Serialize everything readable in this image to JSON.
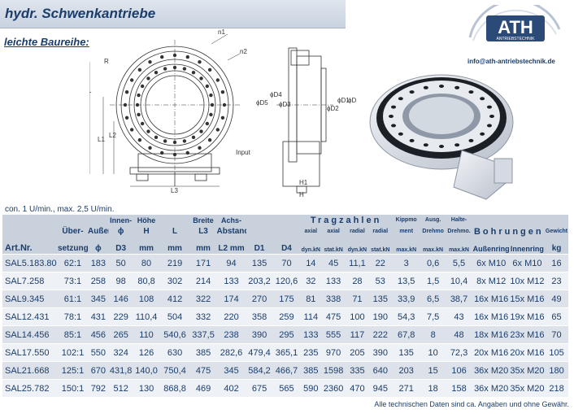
{
  "header": {
    "title": "hydr. Schwenkantriebe",
    "subtitle": "leichte Baureihe:",
    "logo_text": "ATH",
    "logo_sub": "ANTRIEBSTECHNIK",
    "email": "info@ath-antriebstechnik.de"
  },
  "drawing_labels": {
    "n1": "n1",
    "n2": "n2",
    "R": "R",
    "L": "L",
    "L1": "L1",
    "L2": "L2",
    "L3": "L3",
    "D4": "ϕD4",
    "D5": "ϕD5",
    "D3": "ϕD3",
    "D1": "ϕD1",
    "D2": "ϕD2",
    "D": "ϕD",
    "input": "Input",
    "H": "H",
    "H1": "H1"
  },
  "condition": "con. 1 U/min., max. 2,5 U/min.",
  "table": {
    "group_row": {
      "innen": "Innen-",
      "hoehe": "Höhe",
      "breite": "Breite",
      "achs": "Achs-",
      "tragzahlen": "Tragzahlen",
      "kippmo": "Kippmo",
      "ausg": "Ausg.",
      "halte": "Halte-"
    },
    "mid_row": {
      "ueber": "Über-",
      "aussen": "Außen",
      "phi": "ϕ",
      "h": "H",
      "l": "L",
      "l3": "L3",
      "abstand": "Abstand",
      "axial1": "axial",
      "axial2": "axial",
      "radial1": "radial",
      "radial2": "radial",
      "ment": "ment",
      "drehmo": "Drehmo",
      "drehmo2": "Drehmo.",
      "bohrungen": "Bohrungen",
      "gewicht": "Gewicht"
    },
    "unit_row": {
      "art": "Art.Nr.",
      "setzung": "setzung",
      "phi": "ϕ",
      "d3": "D3",
      "mm1": "mm",
      "mm2": "mm",
      "mm3": "mm",
      "l2mm": "L2 mm",
      "d1": "D1",
      "d4": "D4",
      "dyn1": "dyn.kN",
      "stat1": "stat.kN",
      "dyn2": "dyn.kN",
      "stat2": "stat.kN",
      "maxkn1": "max.kN",
      "maxkn2": "max.kN",
      "maxkn3": "max.kN",
      "aussenring": "Außenring",
      "innenring": "Innenring",
      "kg": "kg"
    },
    "rows": [
      [
        "SAL5.183.80",
        "62:1",
        "183",
        "50",
        "80",
        "219",
        "171",
        "94",
        "135",
        "70",
        "14",
        "45",
        "11,1",
        "22",
        "3",
        "0,6",
        "5,5",
        "6x M10",
        "6x M10",
        "16"
      ],
      [
        "SAL7.258",
        "73:1",
        "258",
        "98",
        "80,8",
        "302",
        "214",
        "133",
        "203,2",
        "120,6",
        "32",
        "133",
        "28",
        "53",
        "13,5",
        "1,5",
        "10,4",
        "8x M12",
        "10x M12",
        "23"
      ],
      [
        "SAL9.345",
        "61:1",
        "345",
        "146",
        "108",
        "412",
        "322",
        "174",
        "270",
        "175",
        "81",
        "338",
        "71",
        "135",
        "33,9",
        "6,5",
        "38,7",
        "16x M16",
        "15x M16",
        "49"
      ],
      [
        "SAL12.431",
        "78:1",
        "431",
        "229",
        "110,4",
        "504",
        "332",
        "220",
        "358",
        "259",
        "114",
        "475",
        "100",
        "190",
        "54,3",
        "7,5",
        "43",
        "16x M16",
        "19x M16",
        "65"
      ],
      [
        "SAL14.456",
        "85:1",
        "456",
        "265",
        "110",
        "540,6",
        "337,5",
        "238",
        "390",
        "295",
        "133",
        "555",
        "117",
        "222",
        "67,8",
        "8",
        "48",
        "18x M16",
        "23x M16",
        "70"
      ],
      [
        "SAL17.550",
        "102:1",
        "550",
        "324",
        "126",
        "630",
        "385",
        "282,6",
        "479,4",
        "365,1",
        "235",
        "970",
        "205",
        "390",
        "135",
        "10",
        "72,3",
        "20x M16",
        "20x M16",
        "105"
      ],
      [
        "SAL21.668",
        "125:1",
        "670",
        "431,8",
        "140,0",
        "750,4",
        "475",
        "345",
        "584,2",
        "466,7",
        "385",
        "1598",
        "335",
        "640",
        "203",
        "15",
        "106",
        "36x M20",
        "35x M20",
        "180"
      ],
      [
        "SAL25.782",
        "150:1",
        "792",
        "512",
        "130",
        "868,8",
        "469",
        "402",
        "675",
        "565",
        "590",
        "2360",
        "470",
        "945",
        "271",
        "18",
        "158",
        "36x M20",
        "35x M20",
        "218"
      ]
    ]
  },
  "footnote": "Alle technischen Daten sind ca. Angaben und ohne Gewähr."
}
